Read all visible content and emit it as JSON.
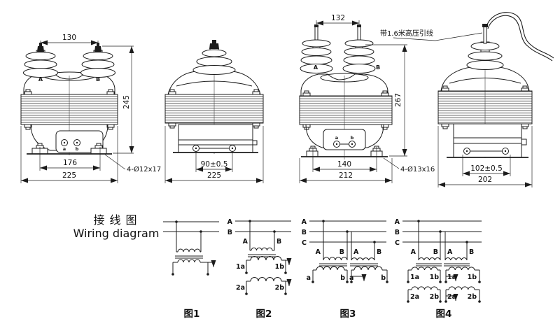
{
  "views": [
    {
      "label": "front-view-type1",
      "dim_top": "130",
      "dim_height": "245",
      "dim_mount": "176",
      "dim_base": "225",
      "hole_spec": "4-Ø12x17",
      "hv_a": "A",
      "hv_b": "B",
      "lv_a": "a",
      "lv_b": "b"
    },
    {
      "label": "side-view-type1",
      "dim_mount": "90±0.5",
      "dim_base": "225"
    },
    {
      "label": "front-view-type2",
      "dim_top": "132",
      "dim_height": "267",
      "dim_mount": "140",
      "dim_base": "212",
      "hole_spec": "4-Ø13x16",
      "hv_a": "A",
      "hv_b": "B",
      "lv_a": "a",
      "lv_b": "b",
      "lead_note": "带1.6米高压引线"
    },
    {
      "label": "side-view-type2",
      "dim_mount": "102±0.5",
      "dim_base": "202"
    }
  ],
  "wiring": {
    "title_zh": "接线图",
    "title_en": "Wiring diagram",
    "figures": [
      {
        "caption": "图1"
      },
      {
        "caption": "图2",
        "bus": [
          "A",
          "B"
        ],
        "primary": [
          "A",
          "B"
        ],
        "sec1": [
          "1a",
          "1b"
        ],
        "sec2": [
          "2a",
          "2b"
        ]
      },
      {
        "caption": "图3",
        "bus": [
          "A",
          "B",
          "C"
        ],
        "primary": [
          "A",
          "B",
          "A",
          "B"
        ],
        "sec1": [
          "a",
          "b",
          "a",
          "b"
        ]
      },
      {
        "caption": "图4",
        "bus": [
          "A",
          "B",
          "C"
        ],
        "primary": [
          "A",
          "B",
          "A",
          "B"
        ],
        "sec1": [
          "1a",
          "1b",
          "1a",
          "1b"
        ],
        "sec2": [
          "2a",
          "2b",
          "2a",
          "2b"
        ]
      }
    ]
  }
}
